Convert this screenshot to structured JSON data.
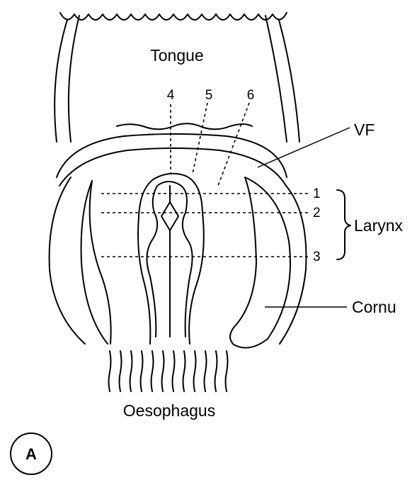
{
  "labels": {
    "tongue": "Tongue",
    "vf": "VF",
    "larynx": "Larynx",
    "cornu": "Cornu",
    "oesophagus": "Oesophagus",
    "panel": "A"
  },
  "section_lines": [
    "1",
    "2",
    "3"
  ],
  "view_lines": [
    "4",
    "5",
    "6"
  ]
}
